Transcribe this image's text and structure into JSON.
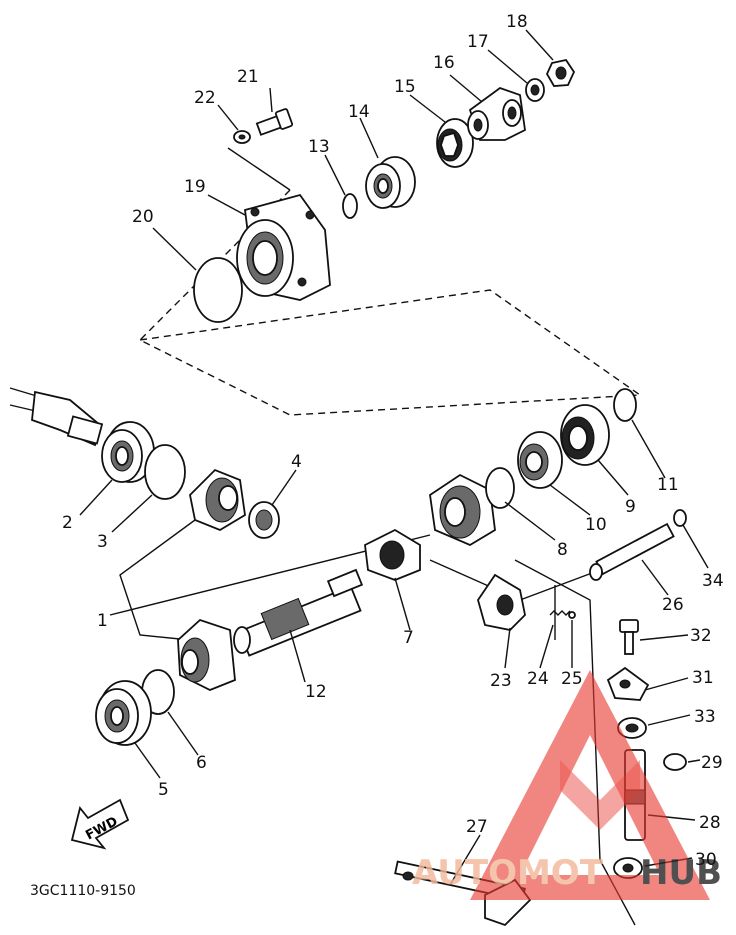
{
  "diagram": {
    "code": "3GC1110-9150",
    "fwd_label": "FWD",
    "callouts": [
      {
        "id": "c1",
        "text": "1"
      },
      {
        "id": "c2",
        "text": "2"
      },
      {
        "id": "c3",
        "text": "3"
      },
      {
        "id": "c4",
        "text": "4"
      },
      {
        "id": "c5",
        "text": "5"
      },
      {
        "id": "c6",
        "text": "6"
      },
      {
        "id": "c7",
        "text": "7"
      },
      {
        "id": "c8",
        "text": "8"
      },
      {
        "id": "c9",
        "text": "9"
      },
      {
        "id": "c10",
        "text": "10"
      },
      {
        "id": "c11",
        "text": "11"
      },
      {
        "id": "c12",
        "text": "12"
      },
      {
        "id": "c13",
        "text": "13"
      },
      {
        "id": "c14",
        "text": "14"
      },
      {
        "id": "c15",
        "text": "15"
      },
      {
        "id": "c16",
        "text": "16"
      },
      {
        "id": "c17",
        "text": "17"
      },
      {
        "id": "c18",
        "text": "18"
      },
      {
        "id": "c19",
        "text": "19"
      },
      {
        "id": "c20",
        "text": "20"
      },
      {
        "id": "c21",
        "text": "21"
      },
      {
        "id": "c22",
        "text": "22"
      },
      {
        "id": "c23",
        "text": "23"
      },
      {
        "id": "c24",
        "text": "24"
      },
      {
        "id": "c25",
        "text": "25"
      },
      {
        "id": "c26",
        "text": "26"
      },
      {
        "id": "c27",
        "text": "27"
      },
      {
        "id": "c28",
        "text": "28"
      },
      {
        "id": "c29",
        "text": "29"
      },
      {
        "id": "c30",
        "text": "30"
      },
      {
        "id": "c31",
        "text": "31"
      },
      {
        "id": "c32",
        "text": "32"
      },
      {
        "id": "c33",
        "text": "33"
      },
      {
        "id": "c34",
        "text": "34"
      }
    ]
  },
  "watermark": {
    "text_left": "AUTOMOT",
    "text_right": "HUB",
    "colors": {
      "triangle": "#e8382f",
      "text_light": "#f2b89a",
      "text_dark": "#2a2a2a"
    }
  }
}
